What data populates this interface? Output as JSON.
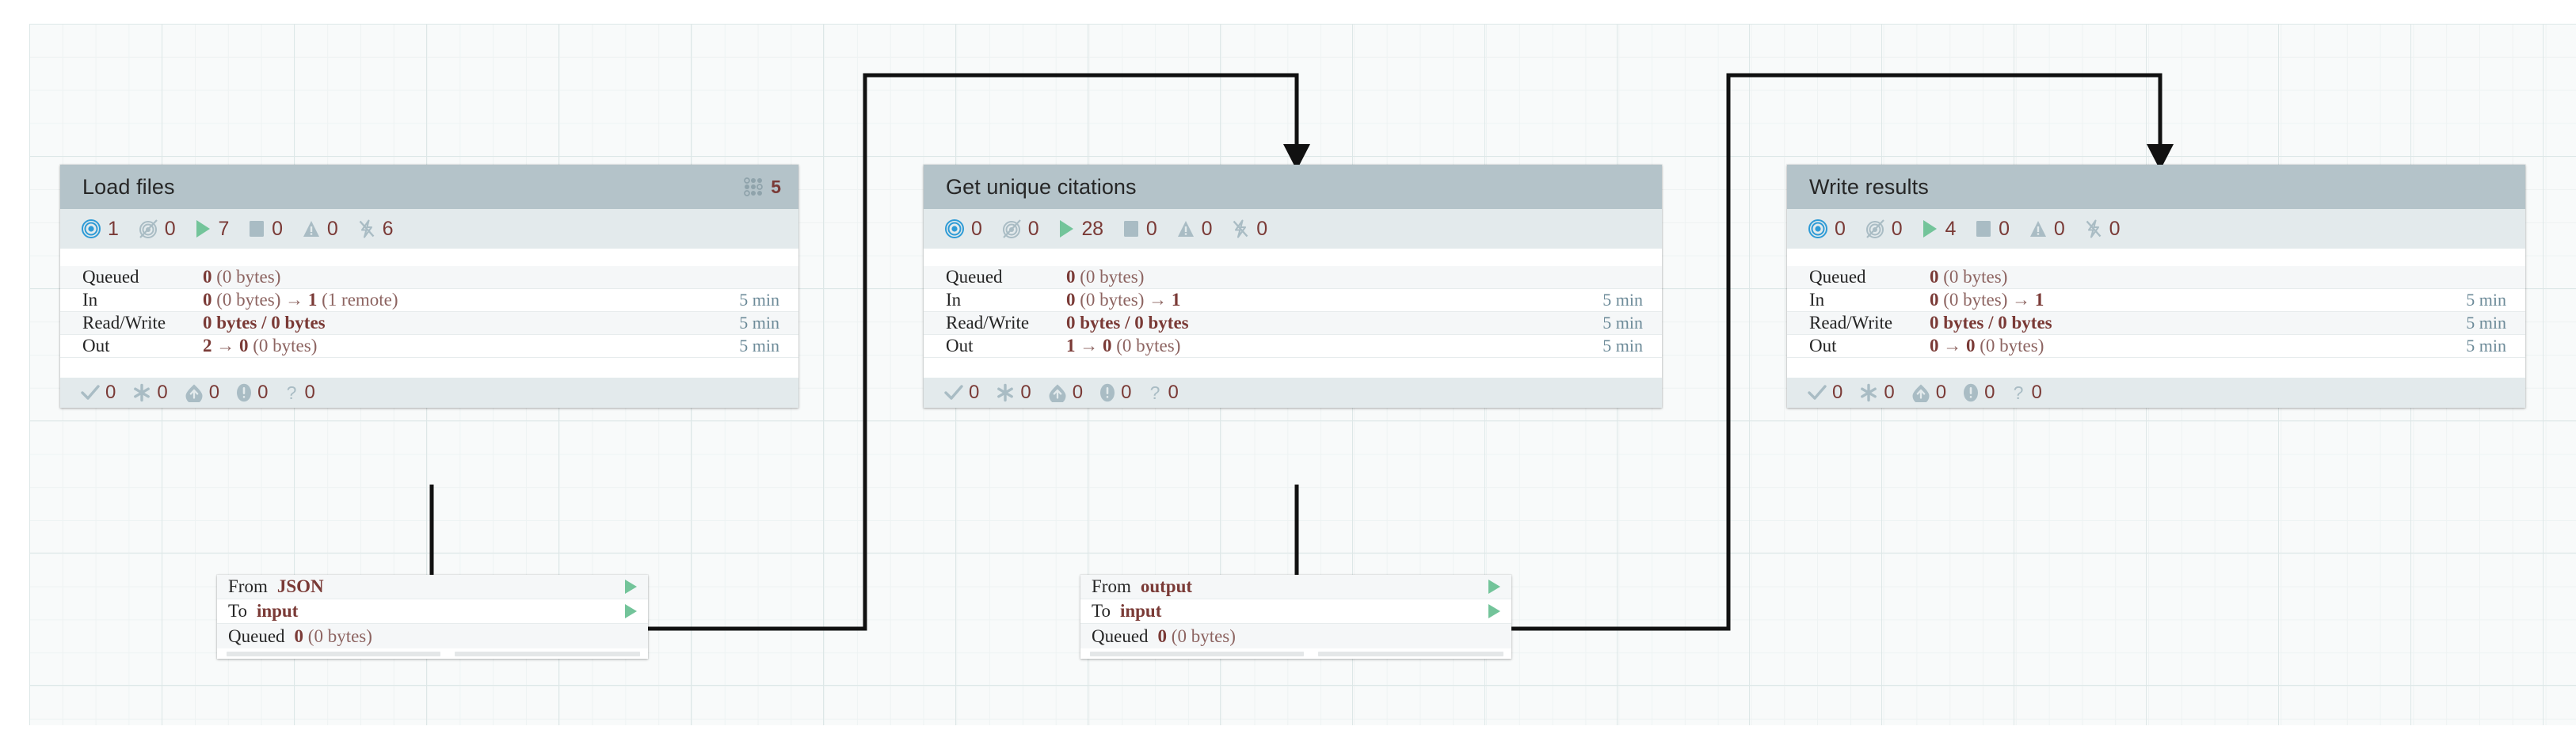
{
  "canvas": {
    "background": "#f8fafa",
    "grid_color": "#dde7e7",
    "edge_color": "#111111"
  },
  "colors": {
    "header_bg": "#b4c3c9",
    "stats_bg": "#e3eaec",
    "value_text": "#7a3a36",
    "time_text": "#6d8b99",
    "running_green": "#73c49a",
    "transmitting_blue": "#2e9bd6",
    "icon_gray": "#a9bcc4"
  },
  "processors": [
    {
      "name": "load-files",
      "title": "Load files",
      "header_badge": {
        "icon": "grid-dots-icon",
        "count": "5",
        "visible": true
      },
      "stats": [
        {
          "icon": "transmitting-icon",
          "value": "1",
          "active": true
        },
        {
          "icon": "not-transmitting-icon",
          "value": "0",
          "active": false
        },
        {
          "icon": "running-icon",
          "value": "7",
          "active": true
        },
        {
          "icon": "stopped-icon",
          "value": "0",
          "active": false
        },
        {
          "icon": "invalid-icon",
          "value": "0",
          "active": false
        },
        {
          "icon": "disabled-icon",
          "value": "6",
          "active": false
        }
      ],
      "table": [
        {
          "label": "Queued",
          "value_bold": "0",
          "value_rest": " (0 bytes)",
          "time": ""
        },
        {
          "label": "In",
          "value_bold": "0",
          "value_rest": " (0 bytes) → ",
          "value_bold2": "1",
          "value_rest2": " (1 remote)",
          "time": "5 min"
        },
        {
          "label": "Read/Write",
          "value_bold": "0 bytes / 0 bytes",
          "value_rest": "",
          "time": "5 min"
        },
        {
          "label": "Out",
          "value_bold": "2",
          "value_rest": " → ",
          "value_bold2": "0",
          "value_rest2": " (0 bytes)",
          "time": "5 min"
        }
      ],
      "footer": [
        {
          "icon": "check-icon",
          "value": "0"
        },
        {
          "icon": "asterisk-icon",
          "value": "0"
        },
        {
          "icon": "upload-circle-icon",
          "value": "0"
        },
        {
          "icon": "alert-circle-icon",
          "value": "0"
        },
        {
          "icon": "question-icon",
          "value": "0"
        }
      ]
    },
    {
      "name": "get-unique-citations",
      "title": "Get unique citations",
      "header_badge": {
        "icon": "grid-dots-icon",
        "count": "",
        "visible": false
      },
      "stats": [
        {
          "icon": "transmitting-icon",
          "value": "0",
          "active": false
        },
        {
          "icon": "not-transmitting-icon",
          "value": "0",
          "active": false
        },
        {
          "icon": "running-icon",
          "value": "28",
          "active": true
        },
        {
          "icon": "stopped-icon",
          "value": "0",
          "active": false
        },
        {
          "icon": "invalid-icon",
          "value": "0",
          "active": false
        },
        {
          "icon": "disabled-icon",
          "value": "0",
          "active": false
        }
      ],
      "table": [
        {
          "label": "Queued",
          "value_bold": "0",
          "value_rest": " (0 bytes)",
          "time": ""
        },
        {
          "label": "In",
          "value_bold": "0",
          "value_rest": " (0 bytes) → ",
          "value_bold2": "1",
          "value_rest2": "",
          "time": "5 min"
        },
        {
          "label": "Read/Write",
          "value_bold": "0 bytes / 0 bytes",
          "value_rest": "",
          "time": "5 min"
        },
        {
          "label": "Out",
          "value_bold": "1",
          "value_rest": " → ",
          "value_bold2": "0",
          "value_rest2": " (0 bytes)",
          "time": "5 min"
        }
      ],
      "footer": [
        {
          "icon": "check-icon",
          "value": "0"
        },
        {
          "icon": "asterisk-icon",
          "value": "0"
        },
        {
          "icon": "upload-circle-icon",
          "value": "0"
        },
        {
          "icon": "alert-circle-icon",
          "value": "0"
        },
        {
          "icon": "question-icon",
          "value": "0"
        }
      ]
    },
    {
      "name": "write-results",
      "title": "Write results",
      "header_badge": {
        "icon": "grid-dots-icon",
        "count": "",
        "visible": false
      },
      "stats": [
        {
          "icon": "transmitting-icon",
          "value": "0",
          "active": false
        },
        {
          "icon": "not-transmitting-icon",
          "value": "0",
          "active": false
        },
        {
          "icon": "running-icon",
          "value": "4",
          "active": true
        },
        {
          "icon": "stopped-icon",
          "value": "0",
          "active": false
        },
        {
          "icon": "invalid-icon",
          "value": "0",
          "active": false
        },
        {
          "icon": "disabled-icon",
          "value": "0",
          "active": false
        }
      ],
      "table": [
        {
          "label": "Queued",
          "value_bold": "0",
          "value_rest": " (0 bytes)",
          "time": ""
        },
        {
          "label": "In",
          "value_bold": "0",
          "value_rest": " (0 bytes) → ",
          "value_bold2": "1",
          "value_rest2": "",
          "time": "5 min"
        },
        {
          "label": "Read/Write",
          "value_bold": "0 bytes / 0 bytes",
          "value_rest": "",
          "time": "5 min"
        },
        {
          "label": "Out",
          "value_bold": "0",
          "value_rest": " → ",
          "value_bold2": "0",
          "value_rest2": " (0 bytes)",
          "time": "5 min"
        }
      ],
      "footer": [
        {
          "icon": "check-icon",
          "value": "0"
        },
        {
          "icon": "asterisk-icon",
          "value": "0"
        },
        {
          "icon": "upload-circle-icon",
          "value": "0"
        },
        {
          "icon": "alert-circle-icon",
          "value": "0"
        },
        {
          "icon": "question-icon",
          "value": "0"
        }
      ]
    }
  ],
  "connections": [
    {
      "name": "json-to-input",
      "from_label": "From",
      "from_value": "JSON",
      "to_label": "To",
      "to_value": "input",
      "queued_label": "Queued",
      "queued_bold": "0",
      "queued_rest": " (0 bytes)"
    },
    {
      "name": "output-to-input",
      "from_label": "From",
      "from_value": "output",
      "to_label": "To",
      "to_value": "input",
      "queued_label": "Queued",
      "queued_bold": "0",
      "queued_rest": " (0 bytes)"
    }
  ]
}
